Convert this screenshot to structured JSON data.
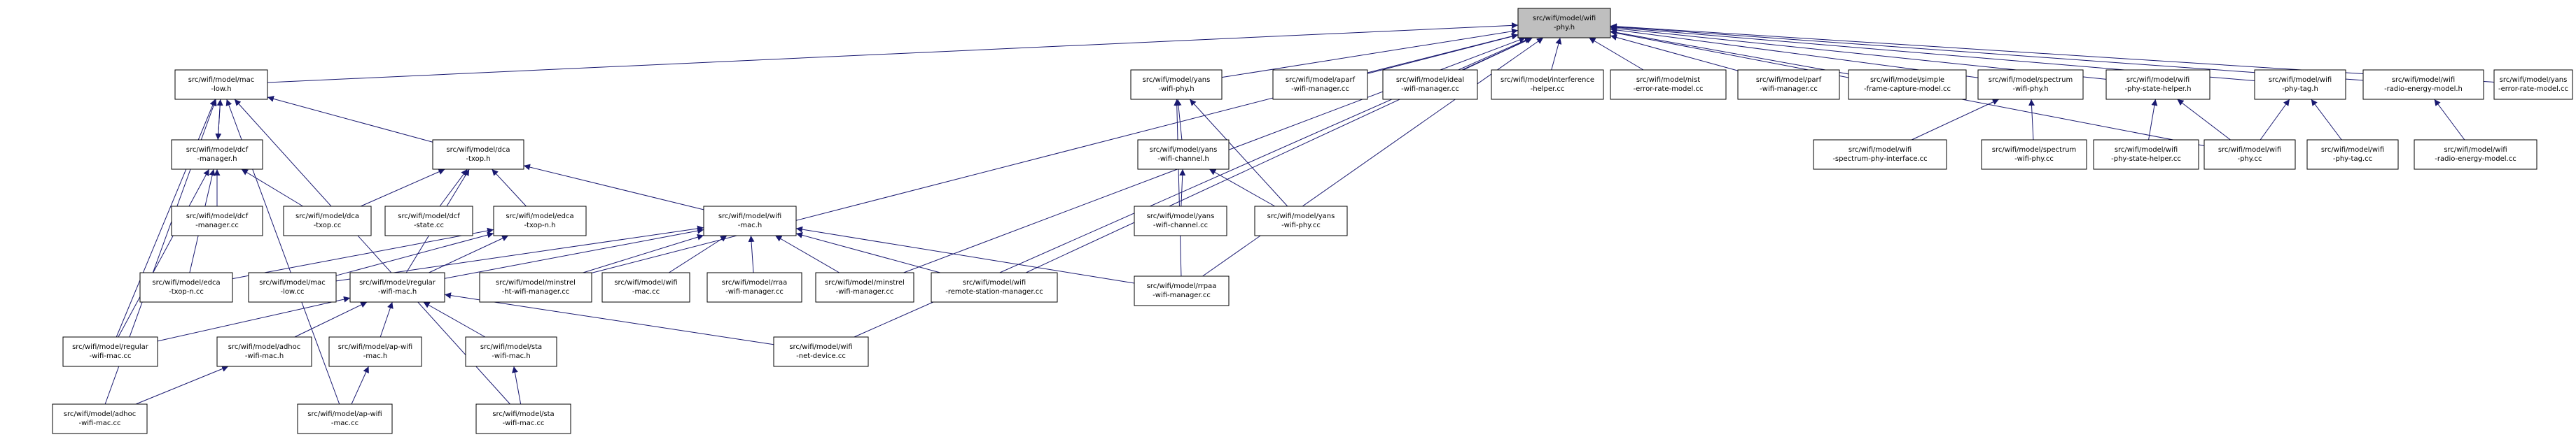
{
  "graph": {
    "arrow_color": "#191970",
    "root_fill": "#bfbfbf",
    "nodes": [
      {
        "id": "root",
        "lines": [
          "src/wifi/model/wifi",
          "-phy.h"
        ]
      },
      {
        "id": "mac-low-h",
        "lines": [
          "src/wifi/model/mac",
          "-low.h"
        ]
      },
      {
        "id": "yans-wifi-phy-h",
        "lines": [
          "src/wifi/model/yans",
          "-wifi-phy.h"
        ]
      },
      {
        "id": "aparf",
        "lines": [
          "src/wifi/model/aparf",
          "-wifi-manager.cc"
        ]
      },
      {
        "id": "ideal",
        "lines": [
          "src/wifi/model/ideal",
          "-wifi-manager.cc"
        ]
      },
      {
        "id": "interference",
        "lines": [
          "src/wifi/model/interference",
          "-helper.cc"
        ]
      },
      {
        "id": "nist",
        "lines": [
          "src/wifi/model/nist",
          "-error-rate-model.cc"
        ]
      },
      {
        "id": "parf",
        "lines": [
          "src/wifi/model/parf",
          "-wifi-manager.cc"
        ]
      },
      {
        "id": "simple-frame",
        "lines": [
          "src/wifi/model/simple",
          "-frame-capture-model.cc"
        ]
      },
      {
        "id": "spectrum-wifi-phy-h",
        "lines": [
          "src/wifi/model/spectrum",
          "-wifi-phy.h"
        ]
      },
      {
        "id": "phy-state-helper-h",
        "lines": [
          "src/wifi/model/wifi",
          "-phy-state-helper.h"
        ]
      },
      {
        "id": "phy-tag-h",
        "lines": [
          "src/wifi/model/wifi",
          "-phy-tag.h"
        ]
      },
      {
        "id": "radio-energy-h",
        "lines": [
          "src/wifi/model/wifi",
          "-radio-energy-model.h"
        ]
      },
      {
        "id": "yans-error-rate",
        "lines": [
          "src/wifi/model/yans",
          "-error-rate-model.cc"
        ]
      },
      {
        "id": "dcf-manager-h",
        "lines": [
          "src/wifi/model/dcf",
          "-manager.h"
        ]
      },
      {
        "id": "dca-txop-h",
        "lines": [
          "src/wifi/model/dca",
          "-txop.h"
        ]
      },
      {
        "id": "yans-wifi-channel-h",
        "lines": [
          "src/wifi/model/yans",
          "-wifi-channel.h"
        ]
      },
      {
        "id": "spectrum-phy-interface-cc",
        "lines": [
          "src/wifi/model/wifi",
          "-spectrum-phy-interface.cc"
        ]
      },
      {
        "id": "spectrum-wifi-phy-cc",
        "lines": [
          "src/wifi/model/spectrum",
          "-wifi-phy.cc"
        ]
      },
      {
        "id": "phy-state-helper-cc",
        "lines": [
          "src/wifi/model/wifi",
          "-phy-state-helper.cc"
        ]
      },
      {
        "id": "wifi-phy-cc",
        "lines": [
          "src/wifi/model/wifi",
          "-phy.cc"
        ]
      },
      {
        "id": "phy-tag-cc",
        "lines": [
          "src/wifi/model/wifi",
          "-phy-tag.cc"
        ]
      },
      {
        "id": "radio-energy-cc",
        "lines": [
          "src/wifi/model/wifi",
          "-radio-energy-model.cc"
        ]
      },
      {
        "id": "dcf-manager-cc",
        "lines": [
          "src/wifi/model/dcf",
          "-manager.cc"
        ]
      },
      {
        "id": "dca-txop-cc",
        "lines": [
          "src/wifi/model/dca",
          "-txop.cc"
        ]
      },
      {
        "id": "dcf-state-cc",
        "lines": [
          "src/wifi/model/dcf",
          "-state.cc"
        ]
      },
      {
        "id": "edca-txop-n-h",
        "lines": [
          "src/wifi/model/edca",
          "-txop-n.h"
        ]
      },
      {
        "id": "wifi-mac-h",
        "lines": [
          "src/wifi/model/wifi",
          "-mac.h"
        ]
      },
      {
        "id": "yans-wifi-channel-cc",
        "lines": [
          "src/wifi/model/yans",
          "-wifi-channel.cc"
        ]
      },
      {
        "id": "yans-wifi-phy-cc",
        "lines": [
          "src/wifi/model/yans",
          "-wifi-phy.cc"
        ]
      },
      {
        "id": "edca-txop-n-cc",
        "lines": [
          "src/wifi/model/edca",
          "-txop-n.cc"
        ]
      },
      {
        "id": "mac-low-cc",
        "lines": [
          "src/wifi/model/mac",
          "-low.cc"
        ]
      },
      {
        "id": "regular-wifi-mac-h",
        "lines": [
          "src/wifi/model/regular",
          "-wifi-mac.h"
        ]
      },
      {
        "id": "minstrel-ht",
        "lines": [
          "src/wifi/model/minstrel",
          "-ht-wifi-manager.cc"
        ]
      },
      {
        "id": "wifi-mac-cc",
        "lines": [
          "src/wifi/model/wifi",
          "-mac.cc"
        ]
      },
      {
        "id": "rraa",
        "lines": [
          "src/wifi/model/rraa",
          "-wifi-manager.cc"
        ]
      },
      {
        "id": "minstrel",
        "lines": [
          "src/wifi/model/minstrel",
          "-wifi-manager.cc"
        ]
      },
      {
        "id": "remote-station",
        "lines": [
          "src/wifi/model/wifi",
          "-remote-station-manager.cc"
        ]
      },
      {
        "id": "rrpaa",
        "lines": [
          "src/wifi/model/rrpaa",
          "-wifi-manager.cc"
        ]
      },
      {
        "id": "regular-wifi-mac-cc",
        "lines": [
          "src/wifi/model/regular",
          "-wifi-mac.cc"
        ]
      },
      {
        "id": "adhoc-wifi-mac-h",
        "lines": [
          "src/wifi/model/adhoc",
          "-wifi-mac.h"
        ]
      },
      {
        "id": "ap-wifi-mac-h",
        "lines": [
          "src/wifi/model/ap-wifi",
          "-mac.h"
        ]
      },
      {
        "id": "sta-wifi-mac-h",
        "lines": [
          "src/wifi/model/sta",
          "-wifi-mac.h"
        ]
      },
      {
        "id": "wifi-net-device-cc",
        "lines": [
          "src/wifi/model/wifi",
          "-net-device.cc"
        ]
      },
      {
        "id": "adhoc-wifi-mac-cc",
        "lines": [
          "src/wifi/model/adhoc",
          "-wifi-mac.cc"
        ]
      },
      {
        "id": "ap-wifi-mac-cc",
        "lines": [
          "src/wifi/model/ap-wifi",
          "-mac.cc"
        ]
      },
      {
        "id": "sta-wifi-mac-cc",
        "lines": [
          "src/wifi/model/sta",
          "-wifi-mac.cc"
        ]
      }
    ],
    "edges": [
      [
        "root",
        "mac-low-h"
      ],
      [
        "root",
        "yans-wifi-phy-h"
      ],
      [
        "root",
        "aparf"
      ],
      [
        "root",
        "ideal"
      ],
      [
        "root",
        "interference"
      ],
      [
        "root",
        "nist"
      ],
      [
        "root",
        "parf"
      ],
      [
        "root",
        "simple-frame"
      ],
      [
        "root",
        "spectrum-wifi-phy-h"
      ],
      [
        "root",
        "phy-state-helper-h"
      ],
      [
        "root",
        "phy-tag-h"
      ],
      [
        "root",
        "radio-energy-h"
      ],
      [
        "root",
        "yans-error-rate"
      ],
      [
        "root",
        "wifi-phy-cc"
      ],
      [
        "root",
        "minstrel-ht"
      ],
      [
        "root",
        "minstrel"
      ],
      [
        "root",
        "remote-station"
      ],
      [
        "root",
        "rrpaa"
      ],
      [
        "root",
        "wifi-net-device-cc"
      ],
      [
        "mac-low-h",
        "dcf-manager-h"
      ],
      [
        "mac-low-h",
        "dca-txop-h"
      ],
      [
        "mac-low-h",
        "regular-wifi-mac-cc"
      ],
      [
        "mac-low-h",
        "adhoc-wifi-mac-cc"
      ],
      [
        "mac-low-h",
        "ap-wifi-mac-cc"
      ],
      [
        "mac-low-h",
        "sta-wifi-mac-cc"
      ],
      [
        "dcf-manager-h",
        "mac-low-h"
      ],
      [
        "dcf-manager-h",
        "dcf-manager-cc"
      ],
      [
        "dcf-manager-h",
        "dca-txop-cc"
      ],
      [
        "dcf-manager-h",
        "edca-txop-n-cc"
      ],
      [
        "dcf-manager-h",
        "regular-wifi-mac-cc"
      ],
      [
        "dca-txop-h",
        "dca-txop-cc"
      ],
      [
        "dca-txop-h",
        "dcf-state-cc"
      ],
      [
        "dca-txop-h",
        "edca-txop-n-h"
      ],
      [
        "dca-txop-h",
        "wifi-mac-h"
      ],
      [
        "dca-txop-h",
        "regular-wifi-mac-h"
      ],
      [
        "edca-txop-n-h",
        "edca-txop-n-cc"
      ],
      [
        "edca-txop-n-h",
        "mac-low-cc"
      ],
      [
        "edca-txop-n-h",
        "regular-wifi-mac-h"
      ],
      [
        "wifi-mac-h",
        "regular-wifi-mac-h"
      ],
      [
        "wifi-mac-h",
        "mac-low-cc"
      ],
      [
        "wifi-mac-h",
        "minstrel-ht"
      ],
      [
        "wifi-mac-h",
        "wifi-mac-cc"
      ],
      [
        "wifi-mac-h",
        "rraa"
      ],
      [
        "wifi-mac-h",
        "minstrel"
      ],
      [
        "wifi-mac-h",
        "remote-station"
      ],
      [
        "wifi-mac-h",
        "rrpaa"
      ],
      [
        "yans-wifi-phy-h",
        "yans-wifi-channel-h"
      ],
      [
        "yans-wifi-phy-h",
        "yans-wifi-phy-cc"
      ],
      [
        "yans-wifi-phy-h",
        "rrpaa"
      ],
      [
        "yans-wifi-channel-h",
        "yans-wifi-channel-cc"
      ],
      [
        "yans-wifi-channel-h",
        "yans-wifi-phy-cc"
      ],
      [
        "spectrum-wifi-phy-h",
        "spectrum-phy-interface-cc"
      ],
      [
        "spectrum-wifi-phy-h",
        "spectrum-wifi-phy-cc"
      ],
      [
        "phy-state-helper-h",
        "phy-state-helper-cc"
      ],
      [
        "phy-state-helper-h",
        "wifi-phy-cc"
      ],
      [
        "phy-tag-h",
        "wifi-phy-cc"
      ],
      [
        "phy-tag-h",
        "phy-tag-cc"
      ],
      [
        "radio-energy-h",
        "radio-energy-cc"
      ],
      [
        "regular-wifi-mac-h",
        "regular-wifi-mac-cc"
      ],
      [
        "regular-wifi-mac-h",
        "adhoc-wifi-mac-h"
      ],
      [
        "regular-wifi-mac-h",
        "ap-wifi-mac-h"
      ],
      [
        "regular-wifi-mac-h",
        "sta-wifi-mac-h"
      ],
      [
        "regular-wifi-mac-h",
        "wifi-net-device-cc"
      ],
      [
        "adhoc-wifi-mac-h",
        "adhoc-wifi-mac-cc"
      ],
      [
        "ap-wifi-mac-h",
        "ap-wifi-mac-cc"
      ],
      [
        "sta-wifi-mac-h",
        "sta-wifi-mac-cc"
      ]
    ]
  }
}
